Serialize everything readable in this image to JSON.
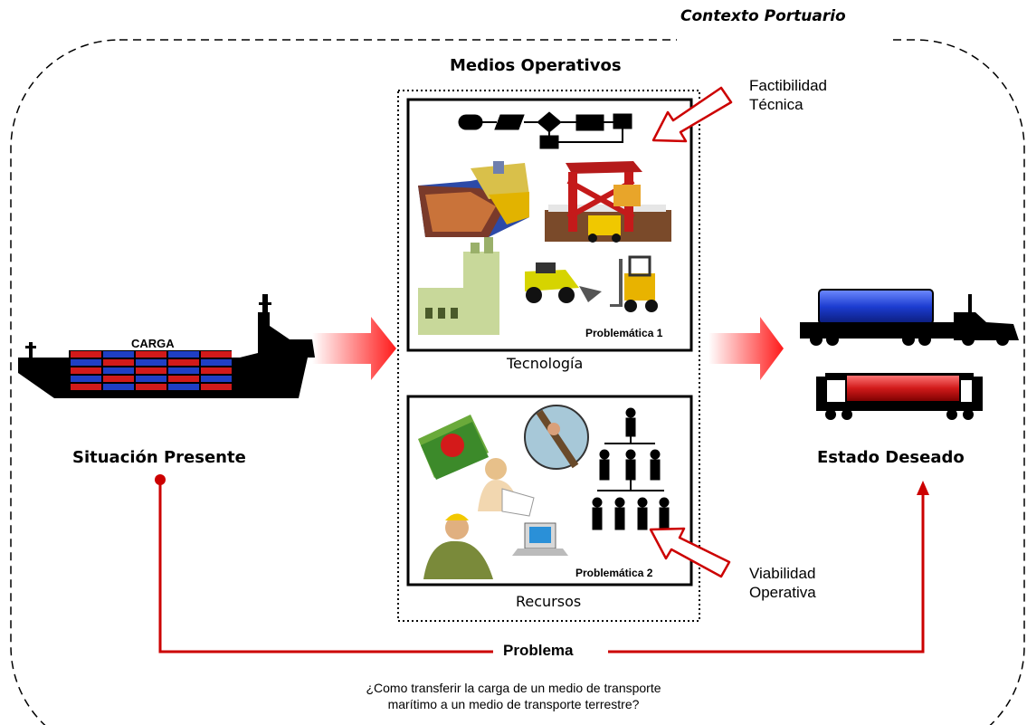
{
  "context_title": "Contexto Portuario",
  "means_title": "Medios Operativos",
  "current_state": {
    "label": "Situación Presente",
    "ship_cargo_label": "CARGA"
  },
  "desired_state": {
    "label": "Estado Deseado"
  },
  "technology_panel": {
    "caption": "Tecnología",
    "problem_label": "Problemática 1"
  },
  "resources_panel": {
    "caption": "Recursos",
    "problem_label": "Problemática 2"
  },
  "feasibility_note": {
    "line1": "Factibilidad",
    "line2": "Técnica"
  },
  "viability_note": {
    "line1": "Viabilidad",
    "line2": "Operativa"
  },
  "problem": {
    "label": "Problema",
    "question_line1": "¿Como transferir la carga de un medio de transporte",
    "question_line2": "marítimo a un medio de transporte terrestre?"
  },
  "colors": {
    "accent_red": "#cc0000",
    "container_blue": "#1f3fc4",
    "container_red": "#d11a1a",
    "truck_blue": "#1c3cd0"
  }
}
